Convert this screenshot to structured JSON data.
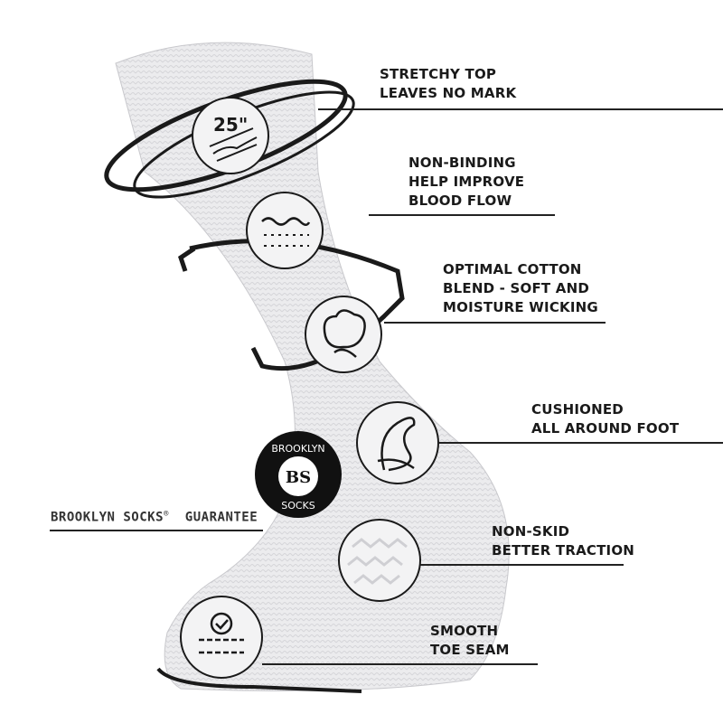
{
  "features": [
    {
      "lines": [
        "STRETCHY TOP",
        "LEAVES NO MARK"
      ],
      "icon": "stretch-25-inch-icon",
      "icon_text": "25\""
    },
    {
      "lines": [
        "NON-BINDING",
        "HELP IMPROVE",
        "BLOOD FLOW"
      ],
      "icon": "wave-fabric-icon"
    },
    {
      "lines": [
        "OPTIMAL COTTON",
        "BLEND - SOFT AND",
        "MOISTURE WICKING"
      ],
      "icon": "cotton-flower-icon"
    },
    {
      "lines": [
        "CUSHIONED",
        "ALL AROUND FOOT"
      ],
      "icon": "feather-icon"
    },
    {
      "lines": [
        "NON-SKID",
        "BETTER TRACTION"
      ],
      "icon": "grip-pattern-icon"
    },
    {
      "lines": [
        "SMOOTH",
        "TOE SEAM"
      ],
      "icon": "check-seam-icon"
    }
  ],
  "guarantee": {
    "brand": "BROOKLYN SOCKS",
    "reg": "®",
    "text": "GUARANTEE"
  },
  "logo": {
    "top": "BROOKLYN",
    "bottom": "SOCKS",
    "monogram": "BS"
  },
  "colors": {
    "ink": "#1a1a1a",
    "sock": "#e9e9eb"
  }
}
